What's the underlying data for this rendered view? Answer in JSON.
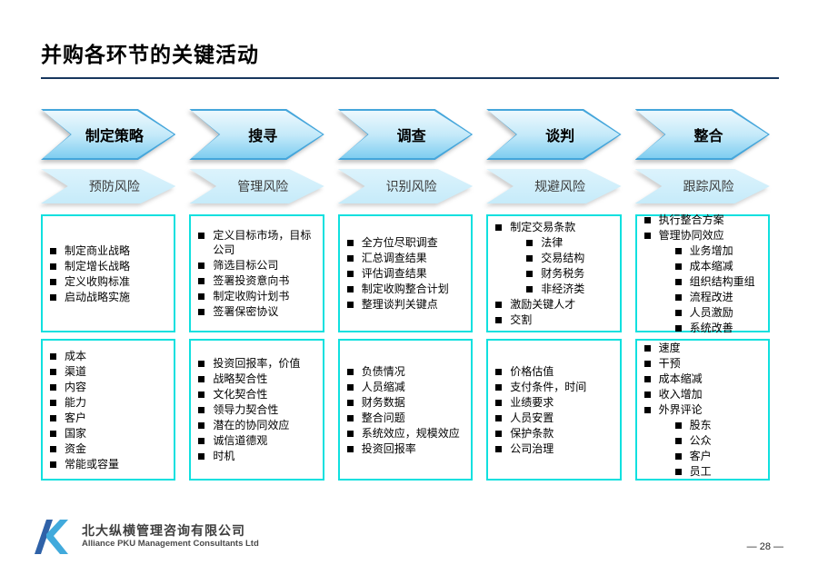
{
  "slide": {
    "title": "并购各环节的关键活动",
    "page_number": "— 28 —"
  },
  "footer": {
    "company_cn": "北大纵横管理咨询有限公司",
    "company_en": "Alliance PKU Management Consultants Ltd"
  },
  "colors": {
    "stage_arrow_border": "#45A6DB",
    "stage_arrow_gradient_top": "#EDF8FD",
    "stage_arrow_gradient_bottom": "#7FCDF0",
    "risk_arrow_fill": "#C6EBFA",
    "box_border": "#10E0DF",
    "title_underline": "#17375E"
  },
  "stages": [
    {
      "stage": "制定策略",
      "risk": "预防风险",
      "activities": [
        {
          "t": "制定商业战略",
          "l": 0
        },
        {
          "t": "制定增长战略",
          "l": 0
        },
        {
          "t": "定义收购标准",
          "l": 0
        },
        {
          "t": "启动战略实施",
          "l": 0
        }
      ],
      "factors": [
        {
          "t": "成本",
          "l": 0
        },
        {
          "t": "渠道",
          "l": 0
        },
        {
          "t": "内容",
          "l": 0
        },
        {
          "t": "能力",
          "l": 0
        },
        {
          "t": "客户",
          "l": 0
        },
        {
          "t": "国家",
          "l": 0
        },
        {
          "t": "资金",
          "l": 0
        },
        {
          "t": "常能或容量",
          "l": 0
        }
      ]
    },
    {
      "stage": "搜寻",
      "risk": "管理风险",
      "activities": [
        {
          "t": "定义目标市场，目标公司",
          "l": 0
        },
        {
          "t": "筛选目标公司",
          "l": 0
        },
        {
          "t": "签署投资意向书",
          "l": 0
        },
        {
          "t": "制定收购计划书",
          "l": 0
        },
        {
          "t": "签署保密协议",
          "l": 0
        }
      ],
      "factors": [
        {
          "t": "投资回报率，价值",
          "l": 0
        },
        {
          "t": "战略契合性",
          "l": 0
        },
        {
          "t": "文化契合性",
          "l": 0
        },
        {
          "t": "领导力契合性",
          "l": 0
        },
        {
          "t": "潜在的协同效应",
          "l": 0
        },
        {
          "t": "诚信道德观",
          "l": 0
        },
        {
          "t": "时机",
          "l": 0
        }
      ]
    },
    {
      "stage": "调查",
      "risk": "识别风险",
      "activities": [
        {
          "t": "全方位尽职调查",
          "l": 0
        },
        {
          "t": "汇总调查结果",
          "l": 0
        },
        {
          "t": "评估调查结果",
          "l": 0
        },
        {
          "t": "制定收购整合计划",
          "l": 0
        },
        {
          "t": "整理谈判关键点",
          "l": 0
        }
      ],
      "factors": [
        {
          "t": "负债情况",
          "l": 0
        },
        {
          "t": "人员缩减",
          "l": 0
        },
        {
          "t": "财务数据",
          "l": 0
        },
        {
          "t": "整合问题",
          "l": 0
        },
        {
          "t": "系统效应，规模效应",
          "l": 0
        },
        {
          "t": "投资回报率",
          "l": 0
        }
      ]
    },
    {
      "stage": "谈判",
      "risk": "规避风险",
      "activities": [
        {
          "t": "制定交易条款",
          "l": 0
        },
        {
          "t": "法律",
          "l": 1
        },
        {
          "t": "交易结构",
          "l": 1
        },
        {
          "t": "财务税务",
          "l": 1
        },
        {
          "t": "非经济类",
          "l": 1
        },
        {
          "t": "激励关键人才",
          "l": 0
        },
        {
          "t": "交割",
          "l": 0
        }
      ],
      "factors": [
        {
          "t": "价格估值",
          "l": 0
        },
        {
          "t": "支付条件，时间",
          "l": 0
        },
        {
          "t": "业绩要求",
          "l": 0
        },
        {
          "t": "人员安置",
          "l": 0
        },
        {
          "t": "保护条款",
          "l": 0
        },
        {
          "t": "公司治理",
          "l": 0
        }
      ]
    },
    {
      "stage": "整合",
      "risk": "跟踪风险",
      "activities": [
        {
          "t": "执行整合方案",
          "l": 0
        },
        {
          "t": "管理协同效应",
          "l": 0
        },
        {
          "t": "业务增加",
          "l": 1
        },
        {
          "t": "成本缩减",
          "l": 1
        },
        {
          "t": "组织结构重组",
          "l": 1
        },
        {
          "t": "流程改进",
          "l": 1
        },
        {
          "t": "人员激励",
          "l": 1
        },
        {
          "t": "系统改善",
          "l": 1
        }
      ],
      "factors": [
        {
          "t": "速度",
          "l": 0
        },
        {
          "t": "干预",
          "l": 0
        },
        {
          "t": "成本缩减",
          "l": 0
        },
        {
          "t": "收入增加",
          "l": 0
        },
        {
          "t": "外界评论",
          "l": 0
        },
        {
          "t": "股东",
          "l": 1
        },
        {
          "t": "公众",
          "l": 1
        },
        {
          "t": "客户",
          "l": 1
        },
        {
          "t": "员工",
          "l": 1
        }
      ]
    }
  ]
}
